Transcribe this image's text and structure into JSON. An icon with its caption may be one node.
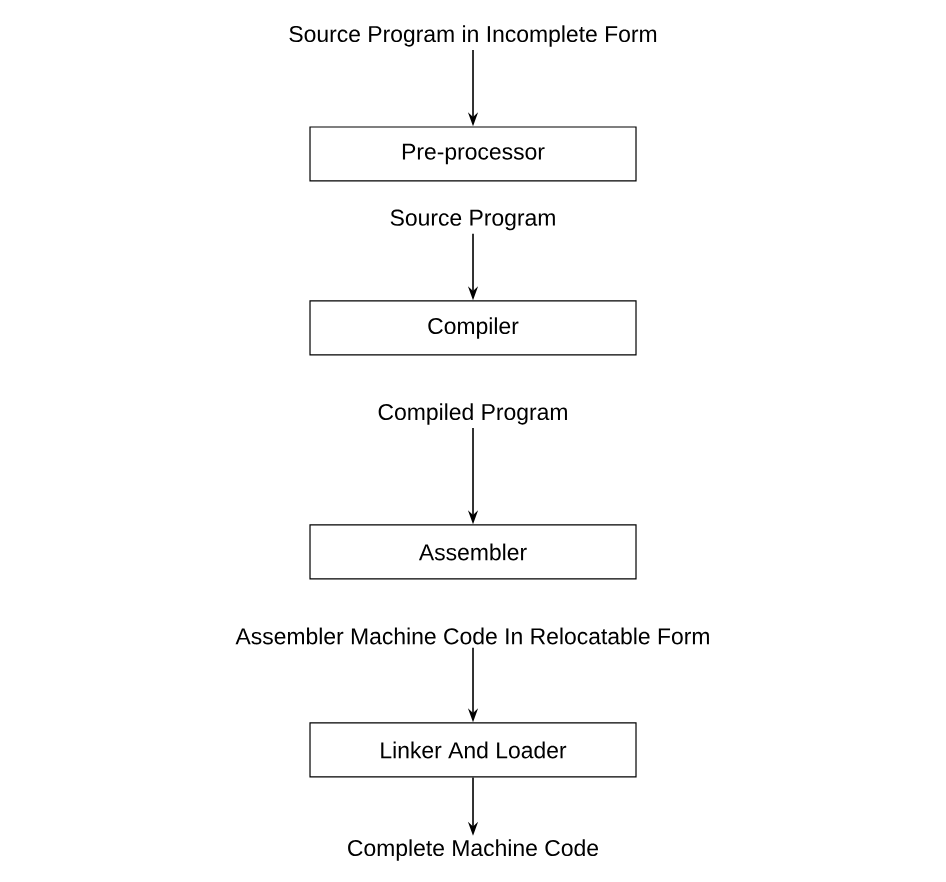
{
  "diagram": {
    "nodes": [
      {
        "text": [
          "Source Program in Incomplete Form"
        ]
      },
      {
        "text": [
          "Pre-processor"
        ]
      },
      {
        "text": [
          "Source Program"
        ]
      },
      {
        "text": [
          "Compiler"
        ]
      },
      {
        "text": [
          "Compiled Program"
        ]
      },
      {
        "text": [
          "Assembler"
        ]
      },
      {
        "text": [
          "Assembler Machine Code In Relocatable Form"
        ]
      },
      {
        "text": [
          "Linker And Loader"
        ]
      },
      {
        "text": [
          "Complete Machine Code"
        ]
      }
    ],
    "edges": [
      {
        "from": 0,
        "to": 1,
        "arrow": "to"
      },
      {
        "from": 2,
        "to": 3,
        "arrow": "to"
      },
      {
        "from": 4,
        "to": 5,
        "arrow": "to"
      },
      {
        "from": 6,
        "to": 7,
        "arrow": "to"
      },
      {
        "from": 7,
        "to": 8,
        "arrow": "to"
      }
    ]
  }
}
